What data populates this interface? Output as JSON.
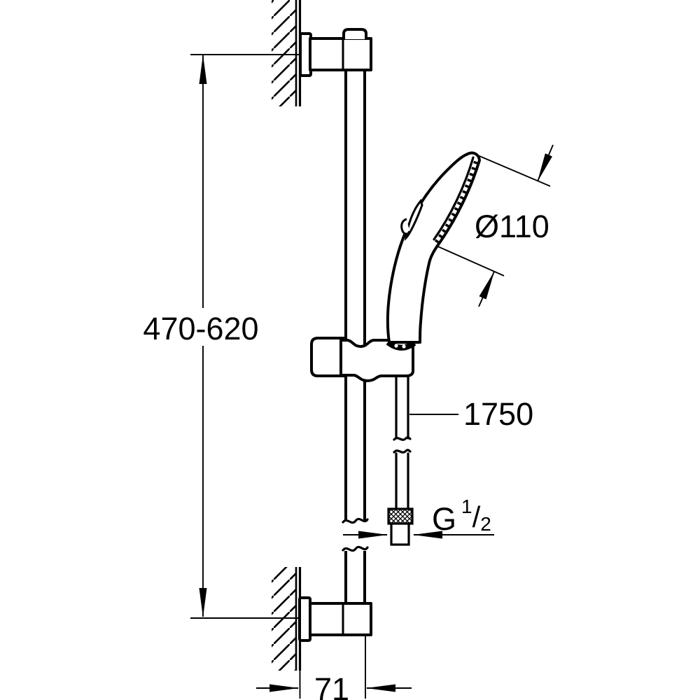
{
  "drawing": {
    "colors": {
      "line": "#000000",
      "background": "#ffffff"
    },
    "dimensions": {
      "rail_height": "470-620",
      "head_diameter": "Ø110",
      "hose_length": "1750",
      "thread": {
        "prefix": "G",
        "numerator": "1",
        "slash": "/",
        "denominator": "2"
      },
      "wall_offset": "71"
    }
  }
}
